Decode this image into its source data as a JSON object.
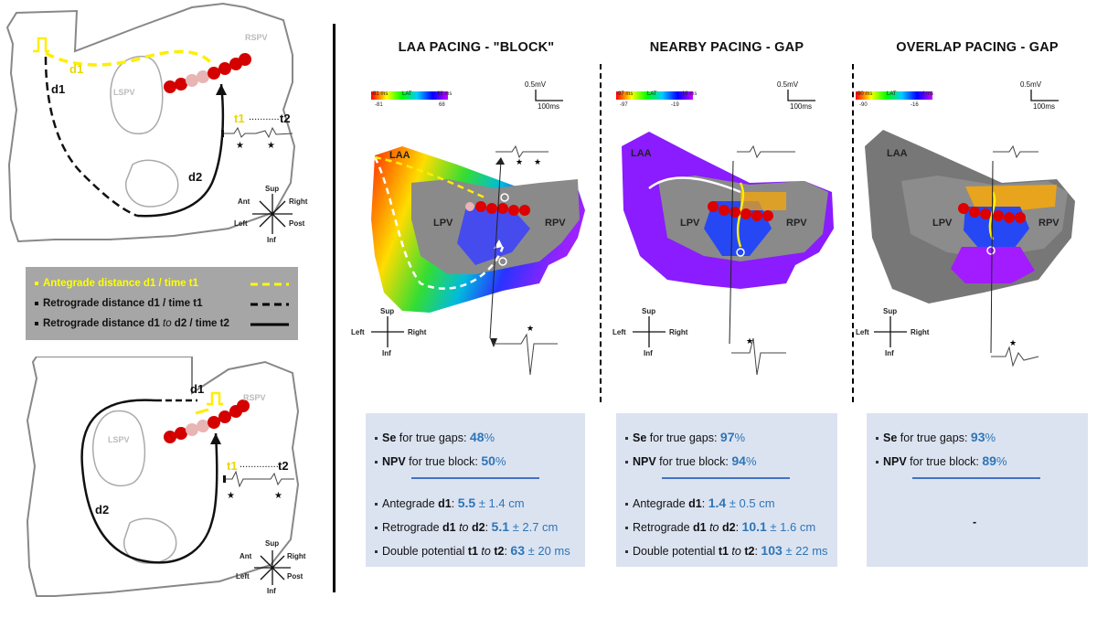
{
  "left_top": {
    "labels": {
      "rspv": "RSPV",
      "lspv": "LSPV",
      "d1_yellow": "d1",
      "d1_black": "d1",
      "d2": "d2",
      "t1": "t1",
      "dots": "...........",
      "t2": "t2"
    },
    "compass": {
      "sup": "Sup",
      "right": "Right",
      "post": "Post",
      "inf": "Inf",
      "left": "Left",
      "ant": "Ant"
    }
  },
  "legend": {
    "items": [
      {
        "text": "Antegrade distance d1 / time t1",
        "color": "#ffff00"
      },
      {
        "text": "Retrograde distance d1 / time t1",
        "color": "#000000"
      },
      {
        "text_parts": [
          "Retrograde distance d1 ",
          "to",
          " d2 / time t2"
        ],
        "color": "#000000"
      }
    ]
  },
  "left_bottom": {
    "labels": {
      "rspv": "RSPV",
      "lspv": "LSPV",
      "d1": "d1",
      "d2": "d2",
      "t1": "t1",
      "dots": "...............",
      "t2": "t2"
    },
    "compass": {
      "sup": "Sup",
      "right": "Right",
      "post": "Post",
      "inf": "Inf",
      "left": "Left",
      "ant": "Ant"
    }
  },
  "panels": [
    {
      "title": "LAA PACING - \"BLOCK\"",
      "lat": {
        "top_left": "-81 ms",
        "label": "LAT",
        "top_right": "69 ms",
        "bottom_left": "-81",
        "bottom_right": "68"
      },
      "scale": {
        "mv": "0.5mV",
        "ms": "100ms"
      },
      "labels": {
        "laa": "LAA",
        "lpv": "LPV",
        "rpv": "RPV"
      },
      "compass": {
        "sup": "Sup",
        "left": "Left",
        "right": "Right",
        "inf": "Inf"
      },
      "stats": {
        "se_label": "Se",
        "se_text": " for true gaps: ",
        "se_val": "48",
        "se_unit": "%",
        "npv_label": "NPV",
        "npv_text": " for true block: ",
        "npv_val": "50",
        "npv_unit": "%",
        "ante_text": "Antegrade ",
        "ante_d": "d1",
        "ante_val": "5.5",
        "ante_pm": " ± 1.4 cm",
        "retro_text": "Retrograde ",
        "retro_d1": "d1",
        "retro_to": " to ",
        "retro_d2": "d2",
        "retro_val": "5.1",
        "retro_pm": " ± 2.7 cm",
        "dp_text": "Double potential ",
        "dp_t1": "t1",
        "dp_to": " to ",
        "dp_t2": "t2",
        "dp_val": "63",
        "dp_pm": " ± 20 ms",
        "dash": ""
      }
    },
    {
      "title": "NEARBY PACING - GAP",
      "lat": {
        "top_left": "-97 ms",
        "label": "LAT",
        "top_right": "16 ms",
        "bottom_left": "-97",
        "bottom_right": "-19"
      },
      "scale": {
        "mv": "0.5mV",
        "ms": "100ms"
      },
      "labels": {
        "laa": "LAA",
        "lpv": "LPV",
        "rpv": "RPV"
      },
      "compass": {
        "sup": "Sup",
        "left": "Left",
        "right": "Right",
        "inf": "Inf"
      },
      "stats": {
        "se_label": "Se",
        "se_text": " for true gaps: ",
        "se_val": "97",
        "se_unit": "%",
        "npv_label": "NPV",
        "npv_text": " for true block: ",
        "npv_val": "94",
        "npv_unit": "%",
        "ante_text": "Antegrade ",
        "ante_d": "d1",
        "ante_val": "1.4",
        "ante_pm": " ± 0.5 cm",
        "retro_text": "Retrograde ",
        "retro_d1": "d1",
        "retro_to": " to ",
        "retro_d2": "d2",
        "retro_val": "10.1",
        "retro_pm": " ± 1.6 cm",
        "dp_text": "Double potential ",
        "dp_t1": "t1",
        "dp_to": " to ",
        "dp_t2": "t2",
        "dp_val": "103",
        "dp_pm": " ± 22 ms",
        "dash": ""
      }
    },
    {
      "title": "OVERLAP PACING - GAP",
      "lat": {
        "top_left": "-90 ms",
        "label": "LAT",
        "top_right": "4 ms",
        "bottom_left": "-90",
        "bottom_right": "-16"
      },
      "scale": {
        "mv": "0.5mV",
        "ms": "100ms"
      },
      "labels": {
        "laa": "LAA",
        "lpv": "LPV",
        "rpv": "RPV"
      },
      "compass": {
        "sup": "Sup",
        "left": "Left",
        "right": "Right",
        "inf": "Inf"
      },
      "stats": {
        "se_label": "Se",
        "se_text": " for true gaps: ",
        "se_val": "93",
        "se_unit": "%",
        "npv_label": "NPV",
        "npv_text": " for true block: ",
        "npv_val": "89",
        "npv_unit": "%",
        "dash": "-"
      }
    }
  ],
  "colors": {
    "accent_blue": "#2e75b6",
    "stats_bg": "#dbe3f1",
    "legend_bg": "#a6a6a6",
    "yellow": "#ffff00",
    "catheter_red": "#d40000"
  }
}
